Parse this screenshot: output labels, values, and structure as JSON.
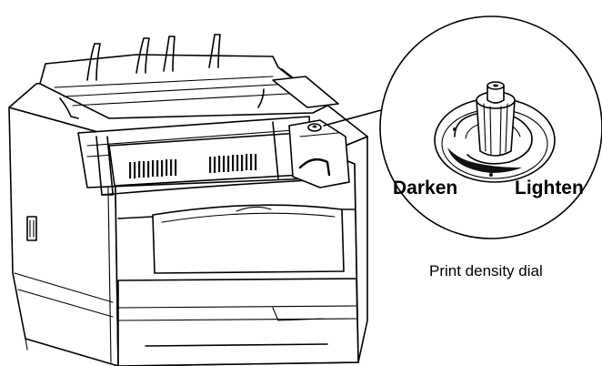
{
  "callout": {
    "darken_label": "Darken",
    "lighten_label": "Lighten"
  },
  "caption": "Print density dial",
  "colors": {
    "line": "#000000",
    "background": "#ffffff"
  }
}
